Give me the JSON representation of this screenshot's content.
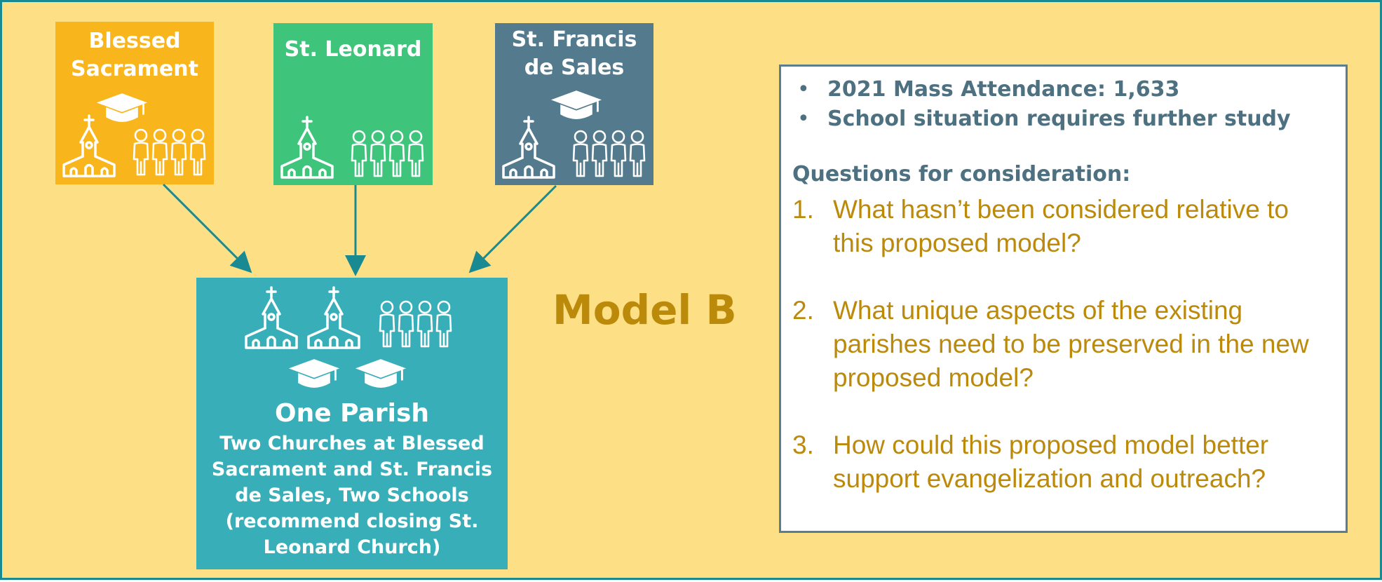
{
  "diagram": {
    "model_label": "Model B",
    "parishes": [
      {
        "name": "Blessed Sacrament",
        "icons": [
          "graduation-cap-icon",
          "church-icon",
          "people-group-icon"
        ]
      },
      {
        "name": "St. Leonard",
        "icons": [
          "church-icon",
          "people-group-icon"
        ]
      },
      {
        "name": "St. Francis de Sales",
        "icons": [
          "graduation-cap-icon",
          "church-icon",
          "people-group-icon"
        ]
      }
    ],
    "merged": {
      "title": "One Parish",
      "description": "Two Churches at Blessed Sacrament and St. Francis de Sales, Two Schools (recommend closing St. Leonard Church)",
      "icons": [
        "church-icon",
        "church-icon",
        "people-group-icon",
        "graduation-cap-icon",
        "graduation-cap-icon"
      ]
    }
  },
  "info_panel": {
    "bullets": [
      "2021 Mass Attendance: 1,633",
      "School situation requires further study"
    ],
    "questions_heading": "Questions for consideration:",
    "questions": [
      "What hasn’t been considered relative to this proposed model?",
      "What unique aspects of the existing parishes need to be preserved in the new proposed model?",
      "How could this proposed model better support evangelization and outreach?"
    ]
  },
  "colors": {
    "background": "#fde085",
    "blessed_sacrament": "#f9b51c",
    "st_leonard": "#3fc47c",
    "st_francis": "#537b8d",
    "one_parish": "#38afb8",
    "arrow": "#1a8a92",
    "accent_text": "#bc8a0b"
  }
}
